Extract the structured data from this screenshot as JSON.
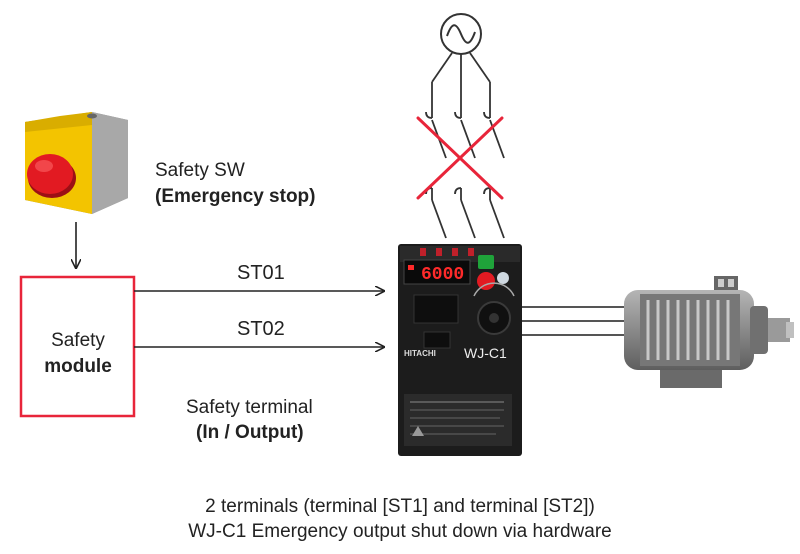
{
  "labels": {
    "safety_sw": "Safety SW",
    "emergency_stop": "(Emergency stop)",
    "st01": "ST01",
    "st02": "ST02",
    "safety_module_line1": "Safety",
    "safety_module_line2": "module",
    "safety_terminal": "Safety terminal",
    "in_output": "(In / Output)",
    "inverter_brand": "HITACHI",
    "inverter_model": "WJ-C1"
  },
  "caption": {
    "line1": "2 terminals (terminal [ST1] and terminal [ST2])",
    "line2": "WJ-C1 Emergency output shut down via hardware"
  },
  "colors": {
    "module_border": "#e8253a",
    "cross": "#e8253a",
    "button_red": "#e21a22",
    "switch_box_yellow": "#f3c400",
    "switch_box_gray": "#9a9a9a",
    "inverter_body": "#1c1c1c",
    "motor_gray": "#8c8c8c"
  },
  "icons": {
    "ac_source": "ac-source-icon",
    "emergency_button": "emergency-stop-button-icon",
    "inverter": "inverter-icon",
    "motor": "motor-icon"
  }
}
